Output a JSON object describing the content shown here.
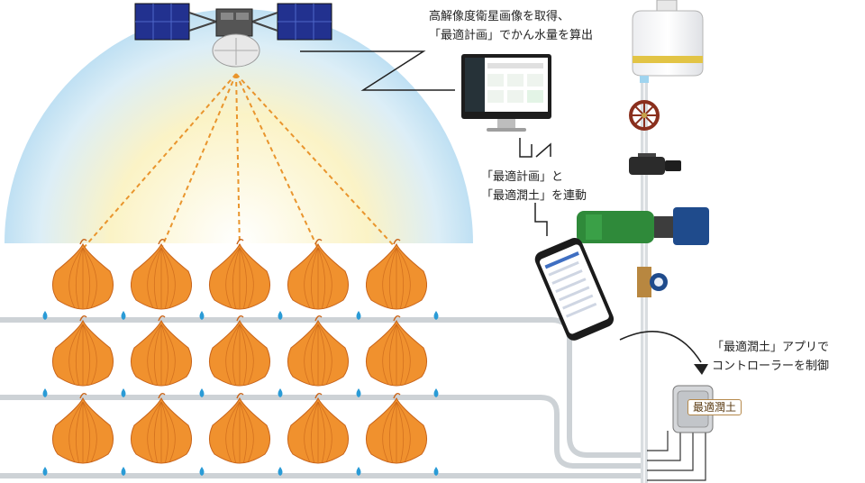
{
  "captions": {
    "satellite": [
      "高解像度衛星画像を取得、",
      "「最適計画」でかん水量を算出"
    ],
    "link": [
      "「最適計画」と",
      "「最適潤土」を連動"
    ],
    "app": [
      "「最適潤土」アプリで",
      "コントローラーを制御"
    ]
  },
  "controller": {
    "label": "最適潤土"
  },
  "field": {
    "rows": 3,
    "onions_per_row": 5
  },
  "colors": {
    "onion": "#f0912e",
    "onion_dark": "#c8641a",
    "droplet": "#2a9bd6",
    "beam": "#e9952d",
    "pipe": "#cdd2d6",
    "solar_panel": "#22318f",
    "valve_wheel": "#8a2f1d",
    "pump": "#2f8a3a",
    "motor": "#1f4b8c",
    "tank_band": "#e2c445"
  },
  "icons": [
    "satellite-icon",
    "monitor-icon",
    "smartphone-icon",
    "water-tank-icon",
    "valve-wheel-icon",
    "filter-icon",
    "pump-icon",
    "water-meter-icon",
    "controller-icon",
    "onion-icon",
    "droplet-icon"
  ]
}
